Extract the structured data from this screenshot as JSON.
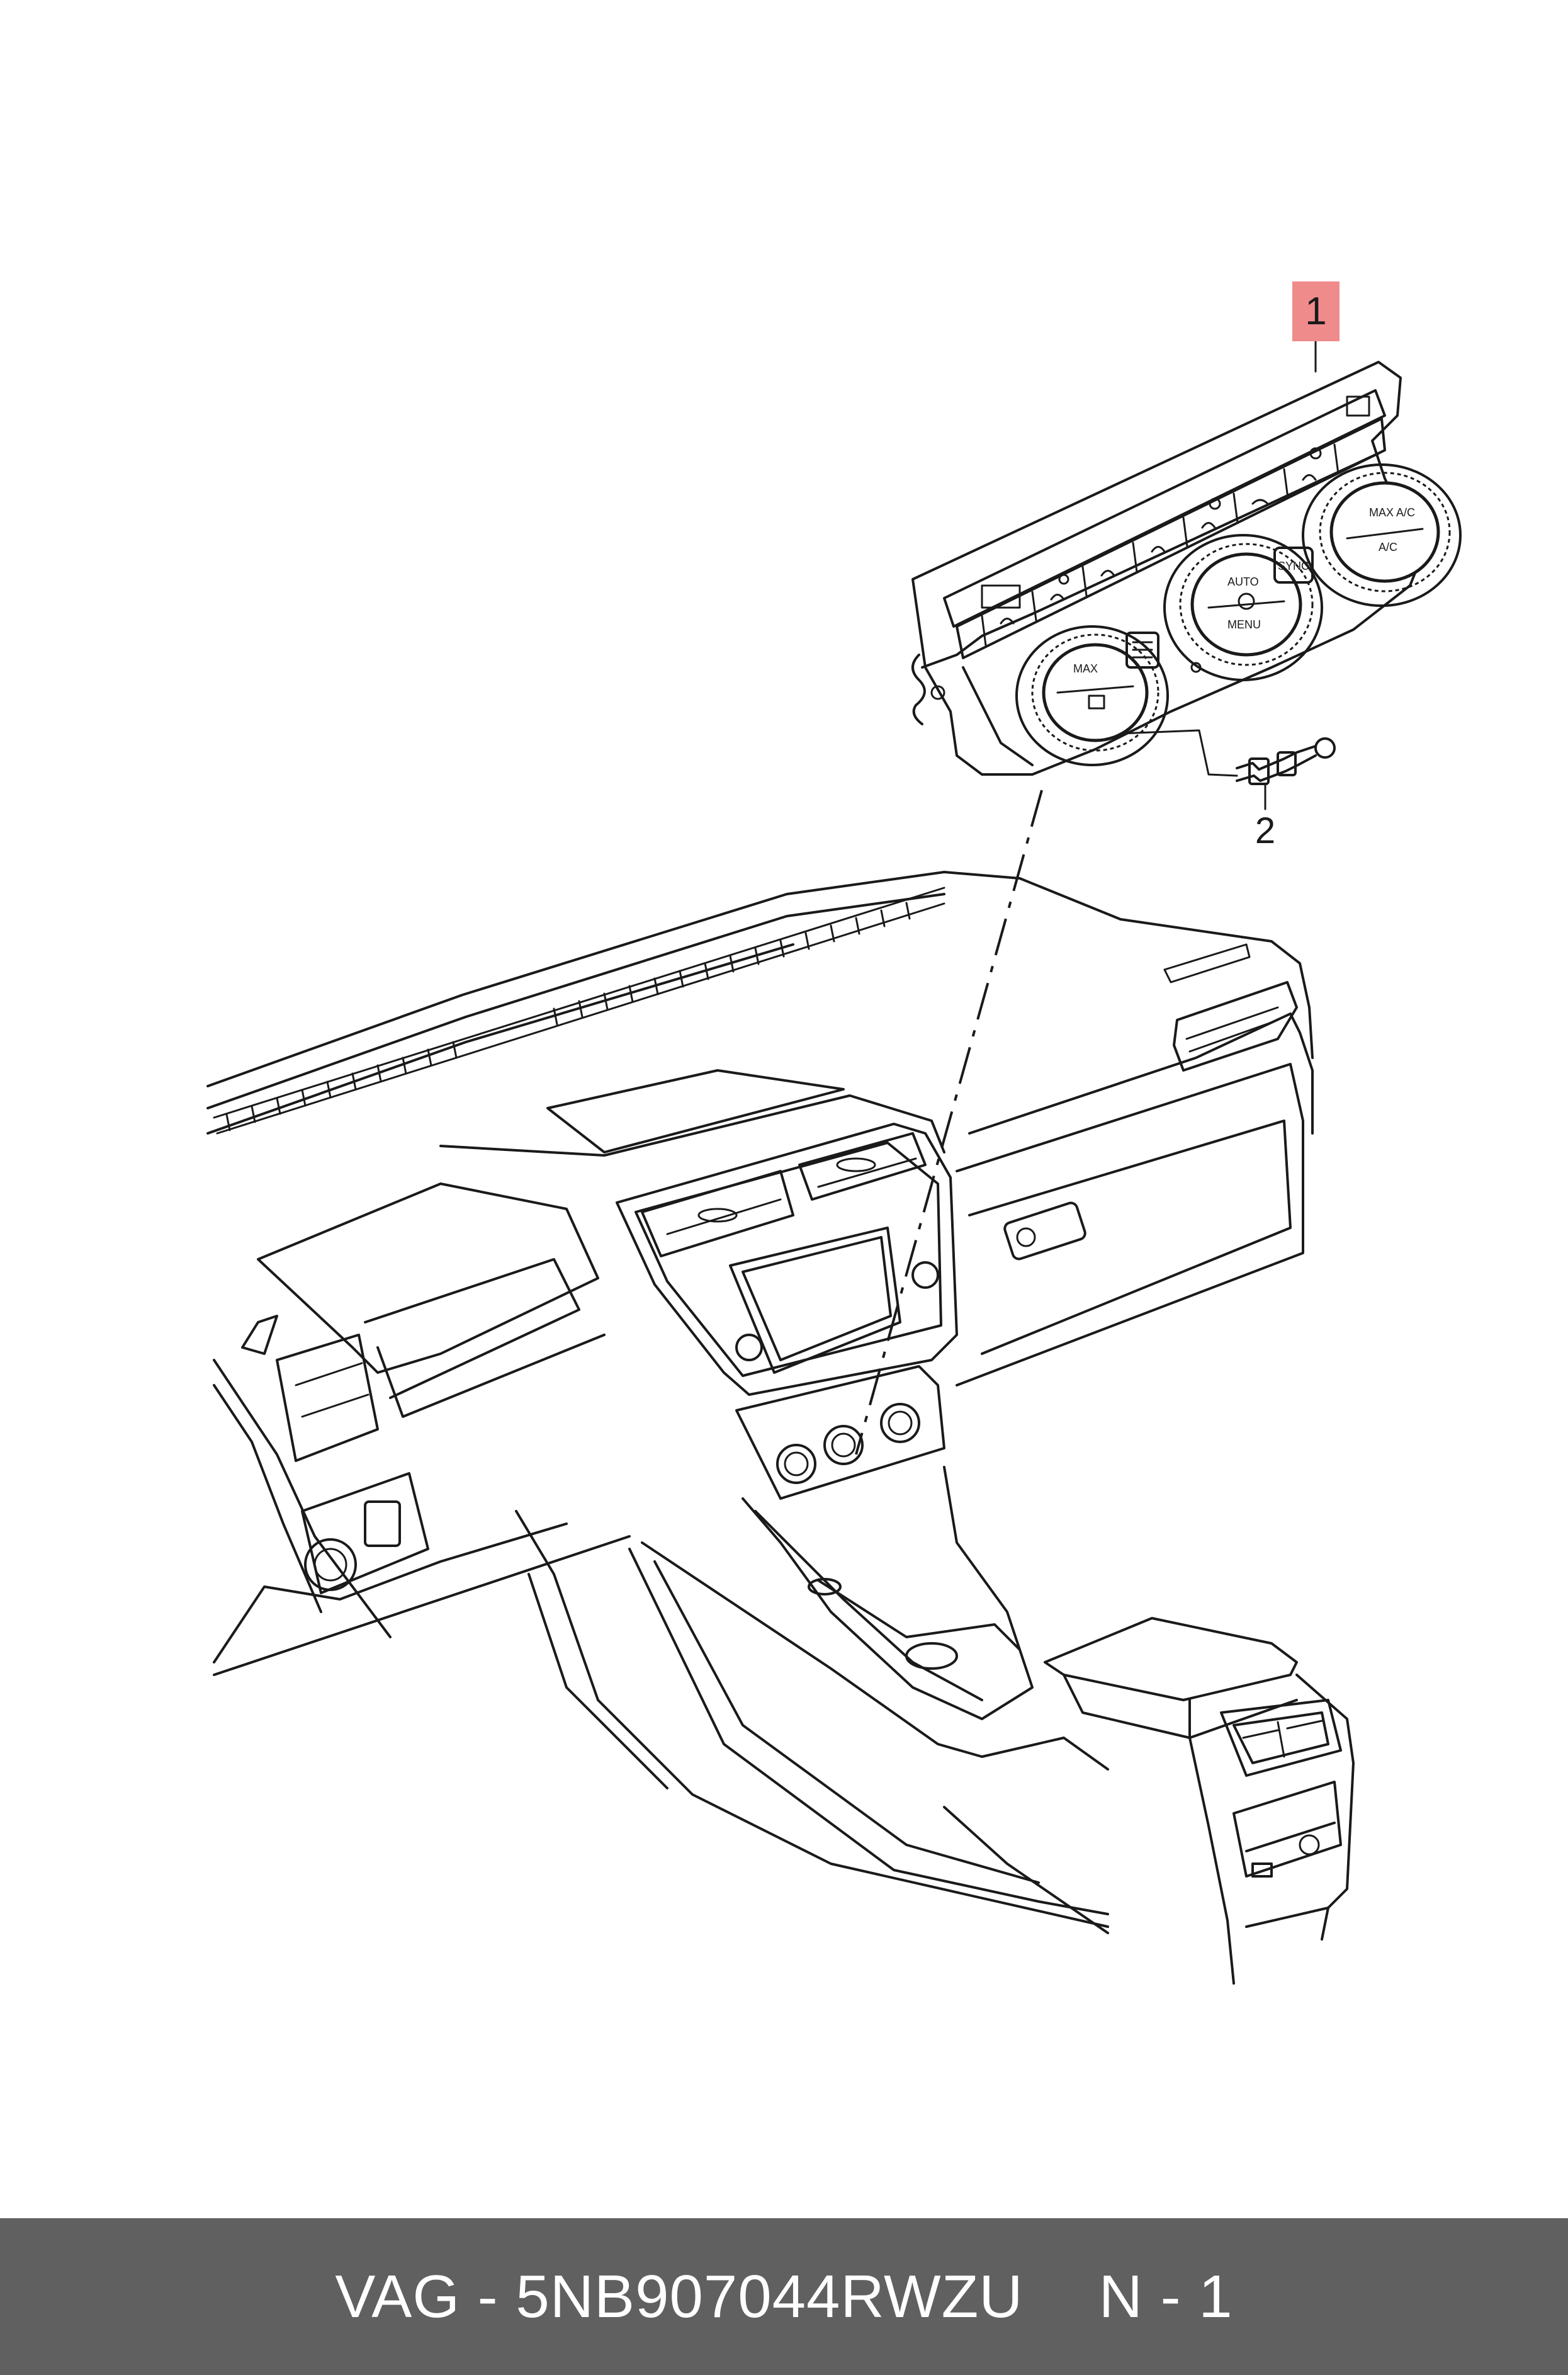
{
  "callouts": {
    "part_1": "1",
    "part_2": "2"
  },
  "knob_labels": {
    "left_top": "MAX",
    "center_top": "AUTO",
    "center_bottom": "MENU",
    "right_top": "MAX A/C",
    "right_bottom": "A/C",
    "sync": "SYNC"
  },
  "footer": {
    "brand": "VAG",
    "separator": "-",
    "part_number": "5NB907044RWZU",
    "quantity": "N - 1"
  },
  "colors": {
    "callout_highlight": "#f08b8b",
    "footer_bg": "#606060",
    "footer_text": "#ffffff",
    "line": "#1a1a1a"
  }
}
